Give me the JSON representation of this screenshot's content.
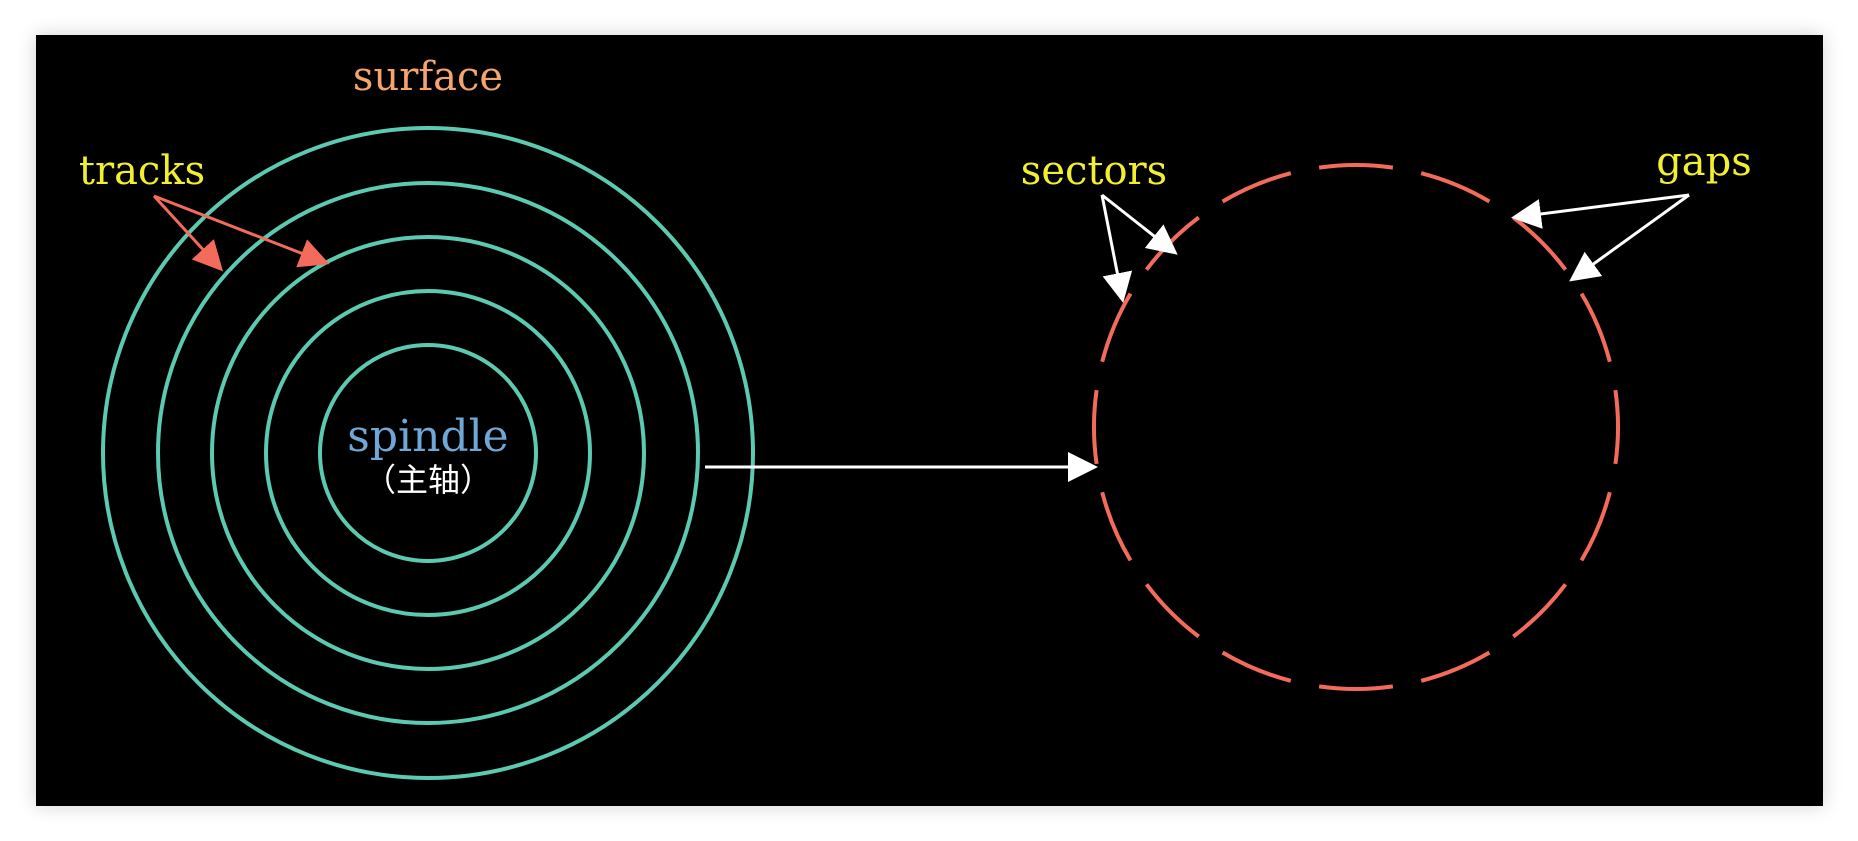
{
  "labels": {
    "surface": "surface",
    "tracks": "tracks",
    "spindle": "spindle",
    "spindle_cn": "（主轴）",
    "sectors": "sectors",
    "gaps": "gaps"
  },
  "colors": {
    "background": "#000000",
    "track": "#5cc9b1",
    "sector": "#f26b5b",
    "arrow_white": "#ffffff",
    "arrow_red": "#f26b5b",
    "label_yellow": "#f2ee30",
    "label_surface": "#f4a56c",
    "label_spindle": "#6fa8d6",
    "label_spindle_cn": "#ffffff"
  },
  "tracks_count": 5,
  "sectors_count": 16
}
